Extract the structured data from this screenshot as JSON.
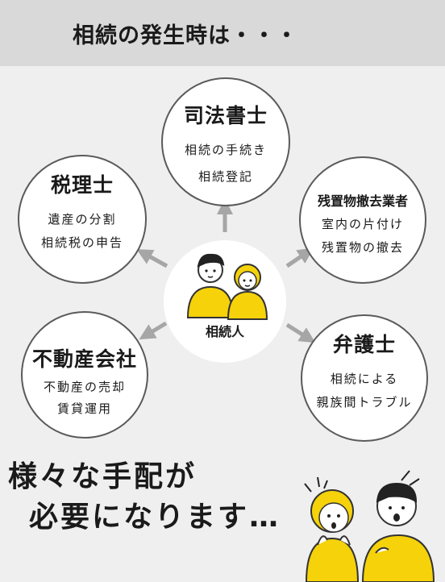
{
  "header": {
    "title": "相続の発生時は・・・"
  },
  "nodes": {
    "judicial_scrivener": {
      "title": "司法書士",
      "lines": [
        "相続の手続き",
        "相続登記"
      ]
    },
    "tax_accountant": {
      "title": "税理士",
      "lines": [
        "遺産の分割",
        "相続税の申告"
      ]
    },
    "removal_company": {
      "title": "残置物撤去業者",
      "lines": [
        "室内の片付け",
        "残置物の撤去"
      ]
    },
    "real_estate": {
      "title": "不動産会社",
      "lines": [
        "不動産の売却",
        "賃貸運用"
      ]
    },
    "lawyer": {
      "title": "弁護士",
      "lines": [
        "相続による",
        "親族間トラブル"
      ]
    }
  },
  "center": {
    "label": "相続人"
  },
  "footer": {
    "line1": "様々な手配が",
    "line2": "必要になります…"
  },
  "colors": {
    "header_bg": "#d9d9d9",
    "page_bg": "#efefef",
    "accent_yellow": "#f5d20a",
    "arrow_gray": "#a6a6a6",
    "circle_border": "#5a5a5a"
  }
}
